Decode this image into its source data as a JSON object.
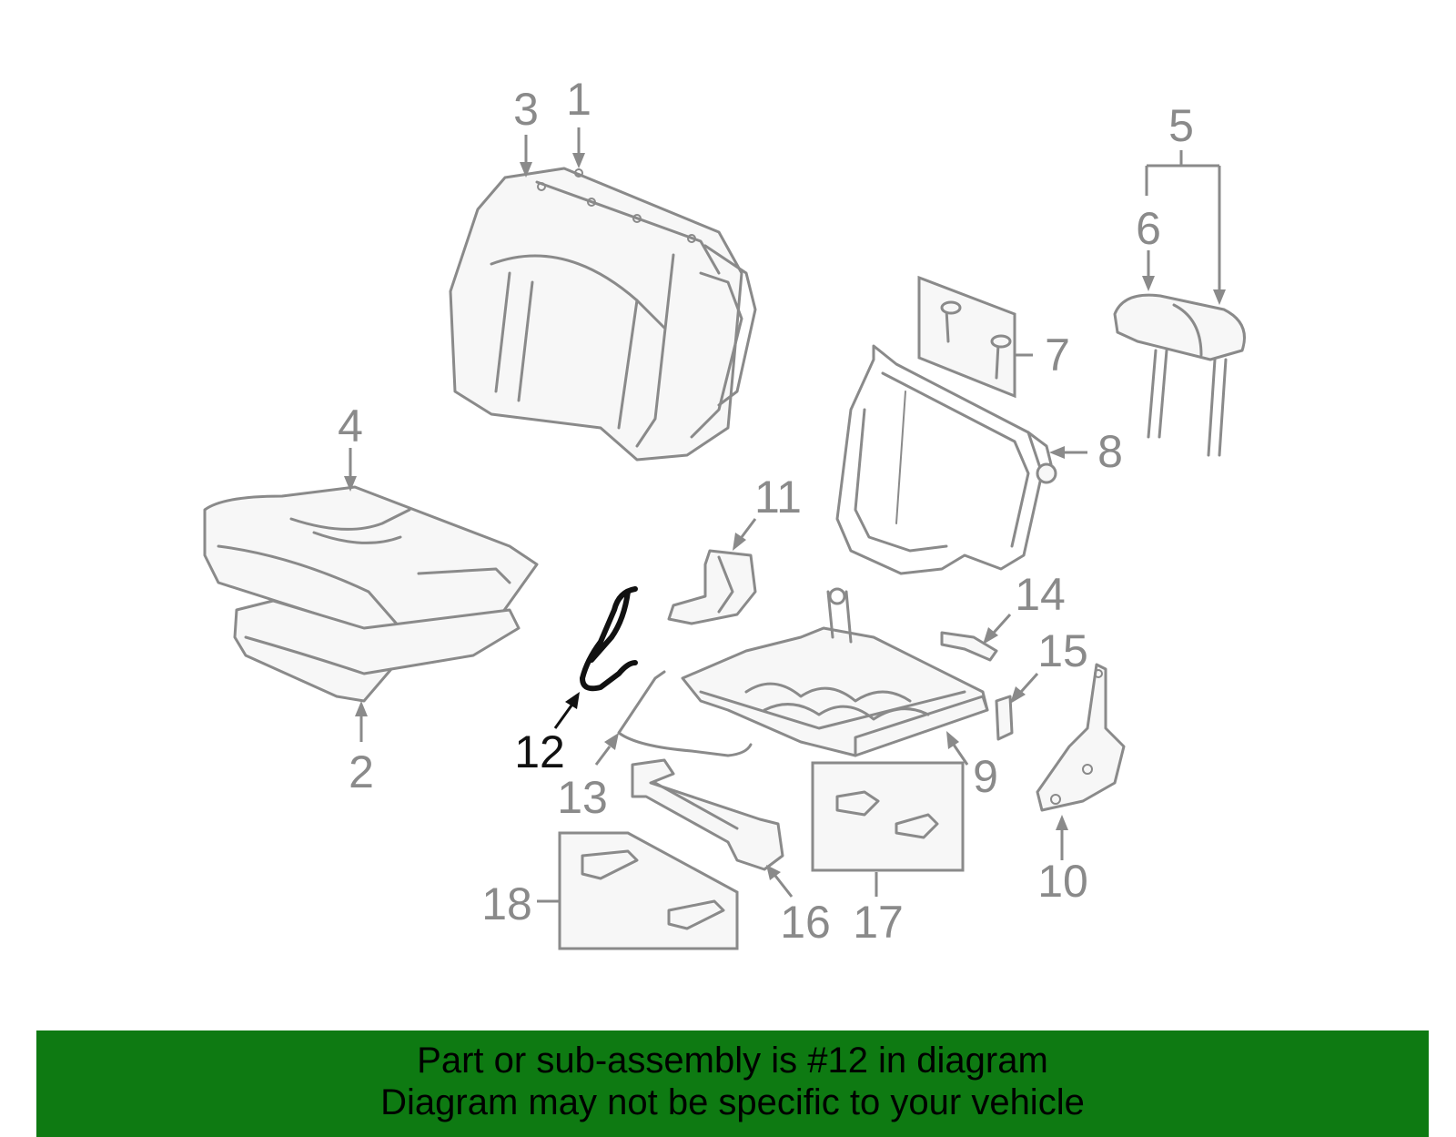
{
  "diagram": {
    "highlighted_part": "12",
    "callouts": [
      "1",
      "2",
      "3",
      "4",
      "5",
      "6",
      "7",
      "8",
      "9",
      "10",
      "11",
      "12",
      "13",
      "14",
      "15",
      "16",
      "17",
      "18"
    ]
  },
  "colors": {
    "line": "#8a8a8a",
    "highlight": "#111111",
    "banner_background": "#0e7a12",
    "banner_text": "#000000"
  },
  "banner": {
    "line1": "Part or sub-assembly is #12 in diagram",
    "line2": "Diagram may not be specific to your vehicle"
  }
}
